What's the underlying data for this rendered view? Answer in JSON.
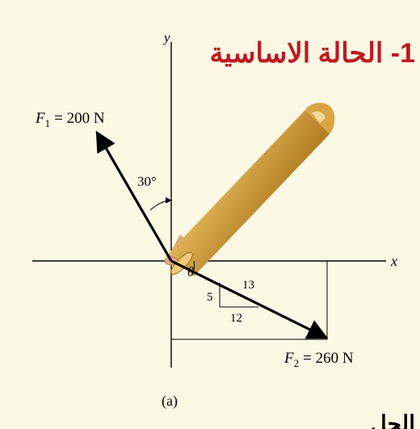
{
  "heading": "1- الحالة الاساسية",
  "footer_text": "الحل",
  "figure": {
    "caption": "(a)",
    "axes": {
      "x_label": "x",
      "y_label": "y"
    },
    "forces": [
      {
        "name": "F",
        "subscript": "1",
        "value_text": "= 200 N",
        "angle_label": "30°",
        "color": "#000000"
      },
      {
        "name": "F",
        "subscript": "2",
        "value_text": "= 260 N",
        "angle_label": "θ",
        "color": "#000000"
      }
    ],
    "slope_triangle": {
      "rise": "5",
      "run": "12",
      "hypotenuse": "13"
    },
    "colors": {
      "title": "#c0181e",
      "background": "#fbf8e4",
      "rod_light": "#e7bb5f",
      "rod_dark": "#9a6512",
      "pin": "#e0a880"
    }
  }
}
